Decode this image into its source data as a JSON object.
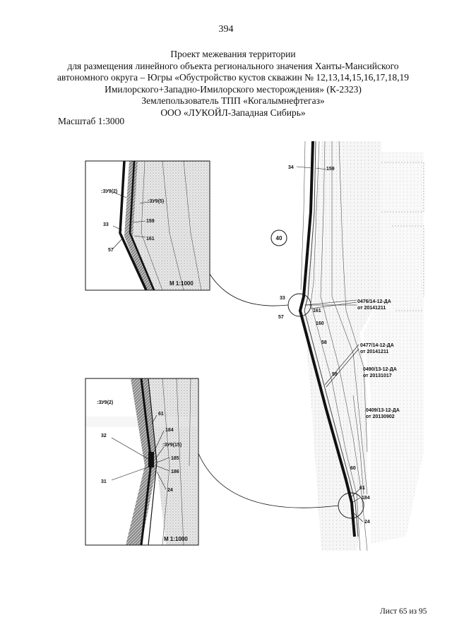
{
  "page_number": "394",
  "title_lines": [
    "Проект межевания территории",
    "для размещения линейного объекта регионального значения Ханты-Мансийского",
    "автономного округа – Югры «Обустройство кустов скважин № 12,13,14,15,16,17,18,19",
    "Имилорского+Западно-Имилорского месторождения» (К-2323)",
    "Землепользователь ТПП «Когалымнефтегаз»",
    "ООО «ЛУКОЙЛ-Западная Сибирь»"
  ],
  "scale_label": "Масштаб 1:3000",
  "sheet_label": "Лист 65  из 95",
  "inset_top": {
    "scale": "М 1:1000",
    "labels": {
      "zu2": ":ЗУ9(2)",
      "zu5": ":ЗУ9(5)",
      "p33": "33",
      "p57": "57",
      "p159": "159",
      "p161": "161"
    }
  },
  "inset_bottom": {
    "scale": "М 1:1000",
    "labels": {
      "zu2": ":ЗУ9(2)",
      "zu15": ":ЗУ9(15)",
      "p61": "61",
      "p184": "184",
      "p185": "185",
      "p186": "186",
      "p32": "32",
      "p31": "31",
      "p24": "24"
    }
  },
  "main_map": {
    "points": {
      "p34": "34",
      "p159": "159",
      "p33": "33",
      "p57": "57",
      "p161": "161",
      "p160": "160",
      "p58": "58",
      "p59": "59",
      "p60": "60",
      "p61": "61",
      "p184": "184",
      "p24": "24"
    },
    "circle_label": "40",
    "documents": [
      {
        "num": "0476/14-12-ДА",
        "date": "от  20141211"
      },
      {
        "num": "0477/14-12-ДА",
        "date": "от  20141211"
      },
      {
        "num": "0490/13-12-ДА",
        "date": "от  20131017"
      },
      {
        "num": "0409/13-12-ДА",
        "date": "от  20130902"
      }
    ]
  }
}
